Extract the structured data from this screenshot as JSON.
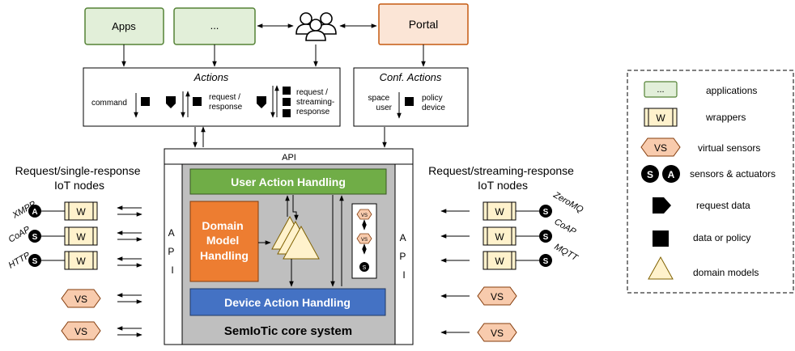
{
  "top": {
    "apps_label": "Apps",
    "dots_label": "...",
    "portal_label": "Portal"
  },
  "actions": {
    "title": "Actions",
    "command": "command",
    "request_response": [
      "request /",
      "response"
    ],
    "request_streaming": [
      "request /",
      "streaming-",
      "response"
    ]
  },
  "conf_actions": {
    "title": "Conf. Actions",
    "left": [
      "space",
      "user"
    ],
    "right": [
      "policy",
      "device"
    ]
  },
  "core": {
    "api_top": "API",
    "api_left": [
      "A",
      "P",
      "I"
    ],
    "api_right": [
      "A",
      "P",
      "I"
    ],
    "user_action": "User Action Handling",
    "domain_model": [
      "Domain",
      "Model",
      "Handling"
    ],
    "device_action": "Device Action Handling",
    "system_label": "SemIoTic core system"
  },
  "left_nodes": {
    "title": [
      "Request/single-response",
      "IoT nodes"
    ],
    "protocols": [
      "XMPP",
      "CoAP",
      "HTTP"
    ],
    "sensor_letters": [
      "A",
      "S",
      "S"
    ],
    "wrapper_label": "W",
    "vs_label": "VS"
  },
  "right_nodes": {
    "title": [
      "Request/streaming-response",
      "IoT nodes"
    ],
    "protocols": [
      "ZeroMQ",
      "CoAP",
      "MQTT"
    ],
    "sensor_letters": [
      "S",
      "S",
      "S"
    ],
    "wrapper_label": "W",
    "vs_label": "VS"
  },
  "stream_icons": [
    "VS",
    "VS",
    "S"
  ],
  "legend": {
    "items": [
      {
        "label": "applications",
        "symbol": "..."
      },
      {
        "label": "wrappers",
        "symbol": "W"
      },
      {
        "label": "virtual sensors",
        "symbol": "VS"
      },
      {
        "label": "sensors & actuators",
        "symbol": [
          "S",
          "A"
        ]
      },
      {
        "label": "request data"
      },
      {
        "label": "data or policy"
      },
      {
        "label": "domain models"
      }
    ]
  },
  "colors": {
    "apps_fill": "#e2efd9",
    "apps_stroke": "#548235",
    "portal_fill": "#fbe5d6",
    "portal_stroke": "#c55a11",
    "core_fill": "#bfbfbf",
    "user_action_fill": "#70ad47",
    "domain_fill": "#ed7d31",
    "device_fill": "#4472c4",
    "wrapper_fill": "#fff2cc",
    "vs_fill": "#f8cbad",
    "triangle_fill": "#fff2cc"
  }
}
